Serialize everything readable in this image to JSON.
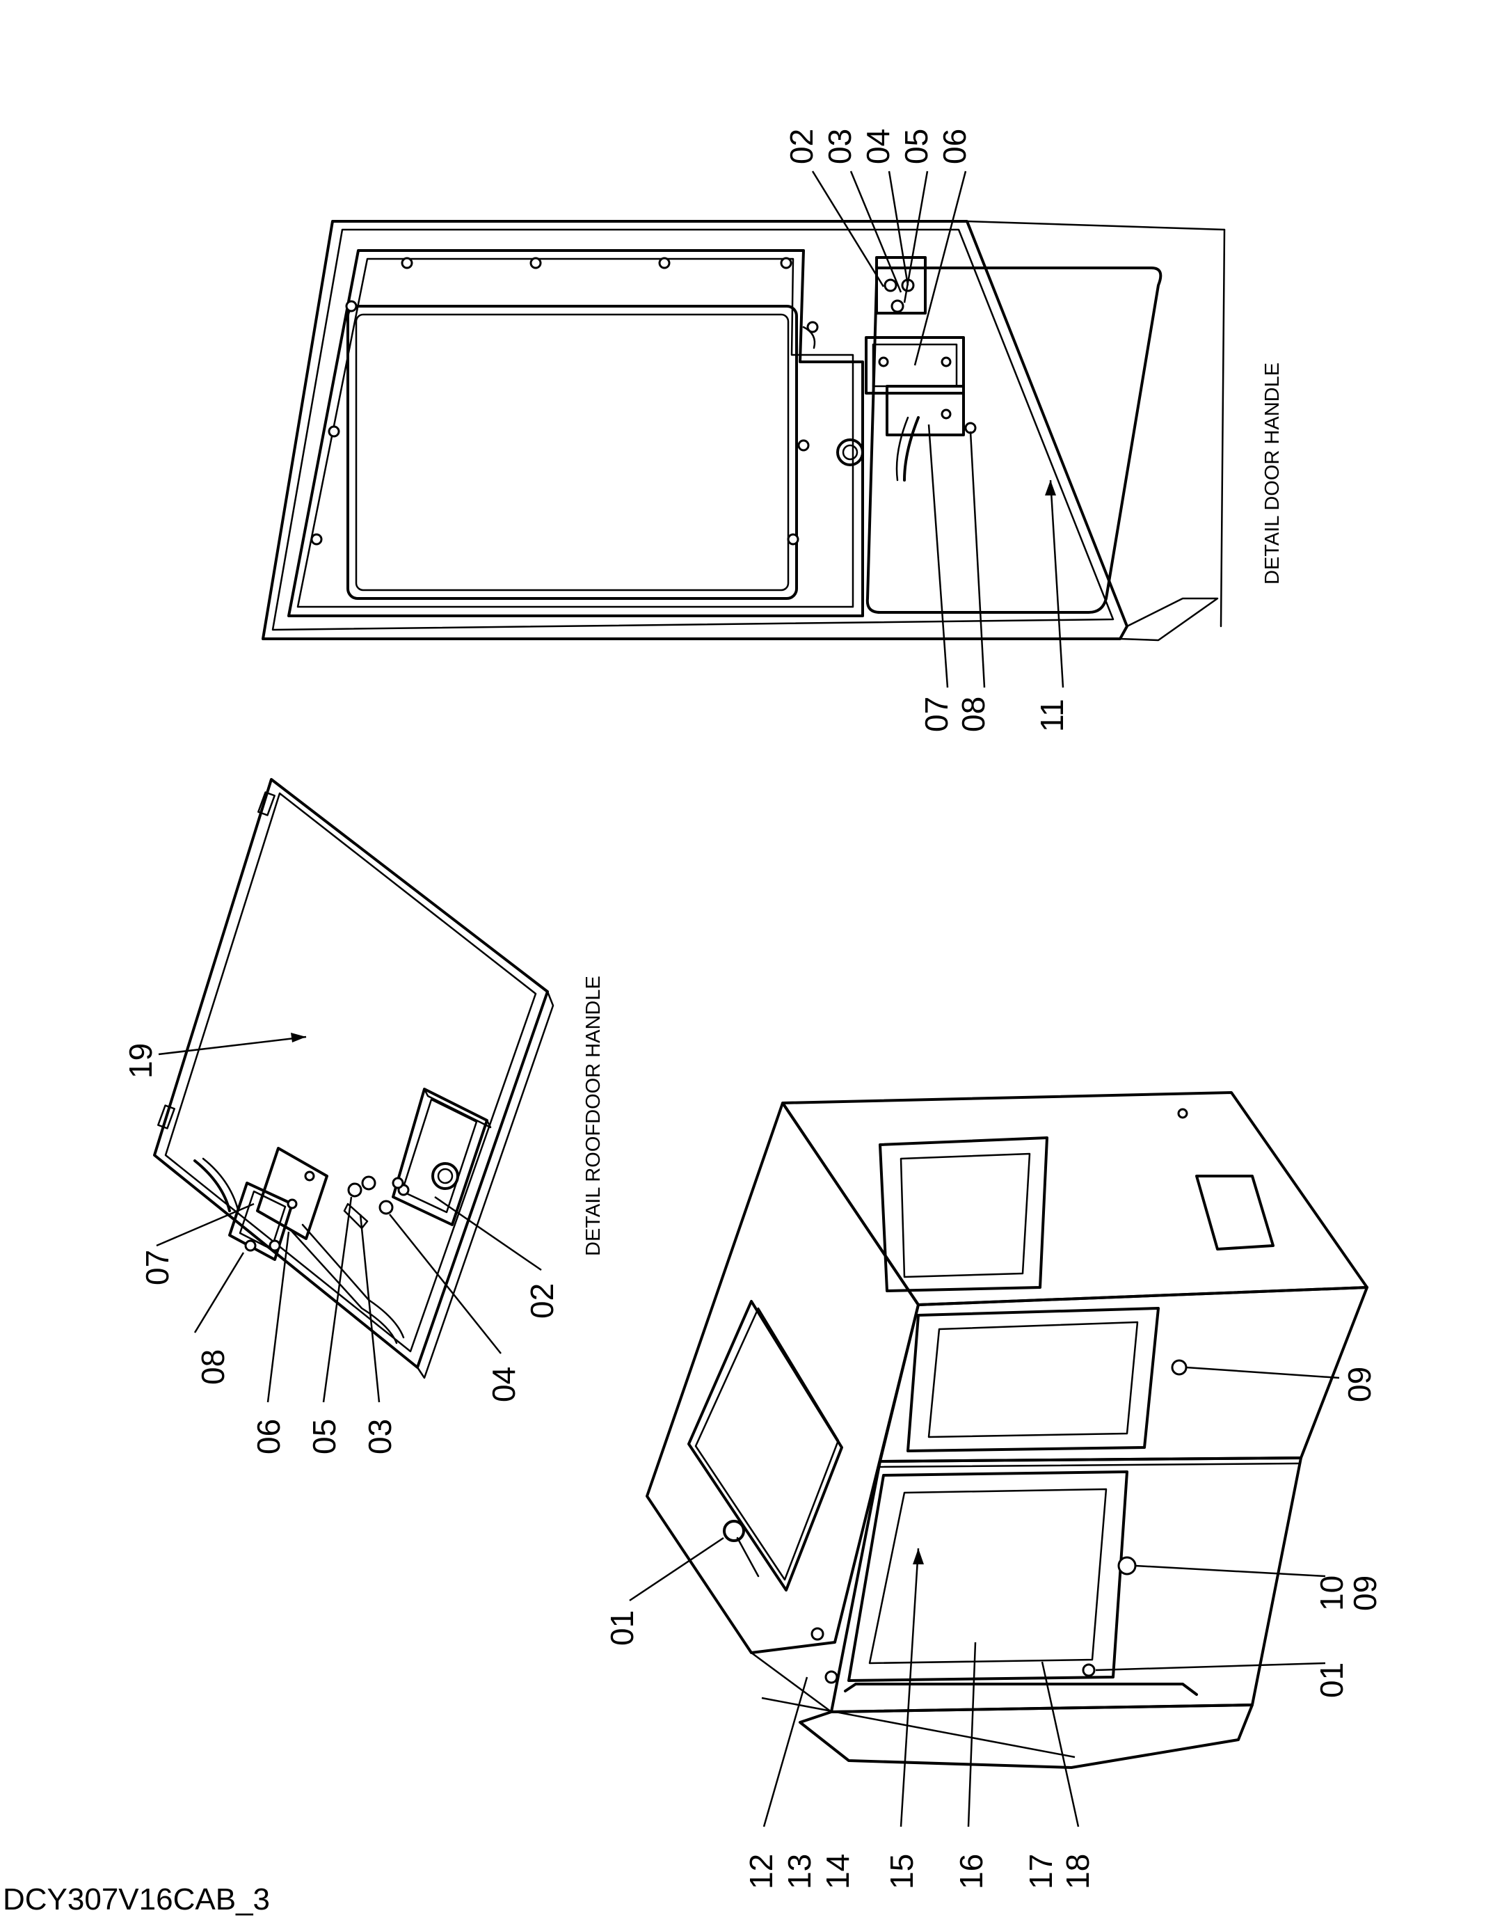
{
  "document_id": "DCY307V16CAB_3",
  "views": {
    "door_handle": {
      "caption": "DETAIL DOOR HANDLE",
      "callouts": [
        "02",
        "03",
        "04",
        "05",
        "06",
        "07",
        "08",
        "11"
      ]
    },
    "roofdoor_handle": {
      "caption": "DETAIL ROOFDOOR HANDLE",
      "callouts": [
        "19",
        "07",
        "08",
        "06",
        "05",
        "03",
        "04",
        "02"
      ]
    },
    "cab_assembly": {
      "callouts": [
        "01",
        "09",
        "10",
        "09",
        "01",
        "12",
        "13",
        "14",
        "15",
        "16",
        "17",
        "18"
      ]
    }
  }
}
